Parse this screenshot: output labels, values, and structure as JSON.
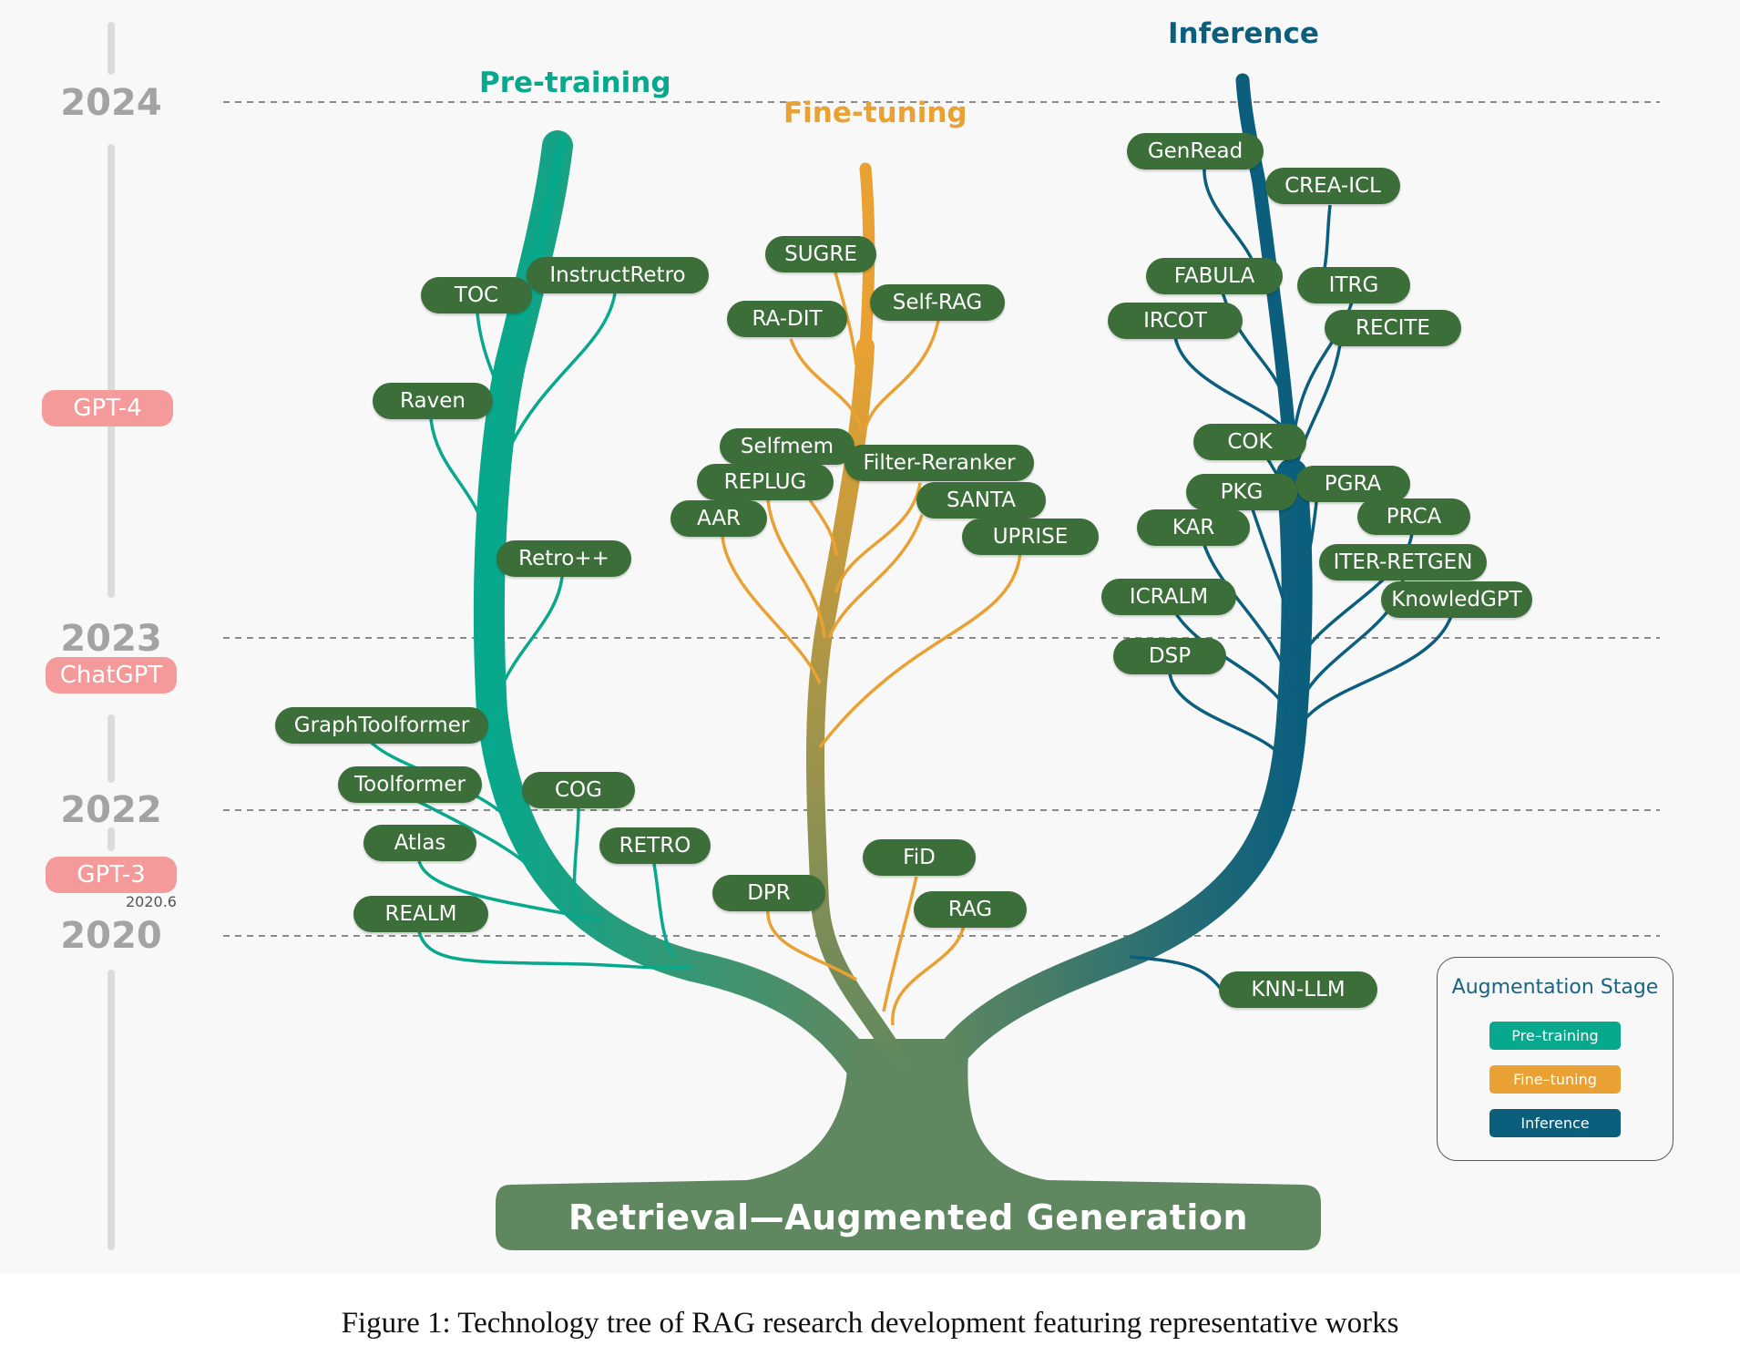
{
  "colors": {
    "pretraining": "#07a88c",
    "finetuning": "#e8a132",
    "inference": "#0b5f7d",
    "node": "#3c6e3a",
    "root": "#5f8860",
    "model_badge": "#f59a9a"
  },
  "timeline": {
    "years": [
      "2024",
      "2023",
      "2022",
      "2020"
    ],
    "models": [
      "GPT-4",
      "ChatGPT",
      "GPT-3"
    ],
    "gpt3_date": "2020.6"
  },
  "branches": {
    "pretraining": "Pre-training",
    "finetuning": "Fine-tuning",
    "inference": "Inference"
  },
  "nodes": {
    "pretraining": [
      "TOC",
      "InstructRetro",
      "Raven",
      "Retro++",
      "GraphToolformer",
      "Toolformer",
      "COG",
      "Atlas",
      "RETRO",
      "REALM"
    ],
    "finetuning": [
      "SUGRE",
      "RA-DIT",
      "Self-RAG",
      "Selfmem",
      "Filter-Reranker",
      "REPLUG",
      "SANTA",
      "AAR",
      "UPRISE",
      "DPR",
      "FiD",
      "RAG"
    ],
    "inference": [
      "GenRead",
      "CREA-ICL",
      "FABULA",
      "ITRG",
      "IRCOT",
      "RECITE",
      "COK",
      "PGRA",
      "PKG",
      "PRCA",
      "KAR",
      "ITER-RETGEN",
      "ICRALM",
      "KnowledGPT",
      "DSP",
      "KNN-LLM"
    ]
  },
  "root": "Retrieval—Augmented Generation",
  "legend": {
    "title": "Augmentation Stage",
    "items": [
      "Pre–training",
      "Fine–tuning",
      "Inference"
    ]
  },
  "caption": "Figure 1: Technology tree of RAG research development featuring representative works"
}
